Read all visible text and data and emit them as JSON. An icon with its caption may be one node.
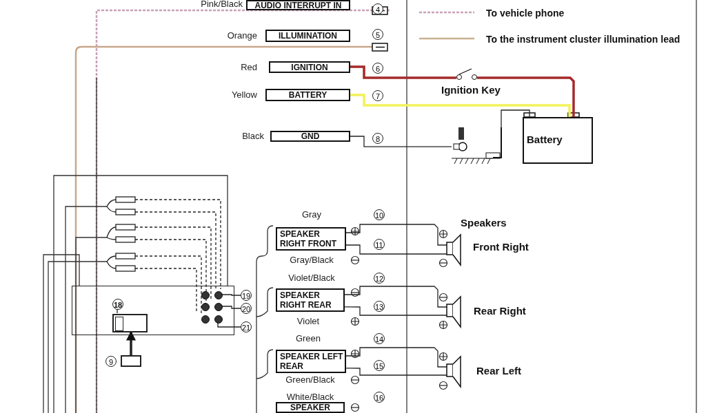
{
  "diagram": {
    "nodes": [
      {
        "text": [
          "AUDIO INTERRUPT IN"
        ]
      },
      {
        "text": [
          "ILLUMINATION"
        ]
      },
      {
        "text": [
          "IGNITION"
        ]
      },
      {
        "text": [
          "BATTERY"
        ]
      },
      {
        "text": [
          "GND"
        ]
      },
      {
        "text": [
          "SPEAKER RIGHT FRONT"
        ]
      },
      {
        "text": [
          "SPEAKER RIGHT REAR"
        ]
      },
      {
        "text": [
          "SPEAKER LEFT REAR"
        ]
      },
      {
        "text": [
          "SPEAKER"
        ]
      },
      {
        "text": [
          "Battery"
        ]
      },
      {
        "text": [],
        "shape": "switch",
        "beside": [
          "Ignition Key"
        ]
      },
      {
        "text": [],
        "shape": "ground"
      },
      {
        "text": [],
        "shape": "speaker",
        "beside": [
          "Front Right"
        ]
      },
      {
        "text": [],
        "shape": "speaker",
        "beside": [
          "Rear Right"
        ]
      },
      {
        "text": [],
        "shape": "speaker",
        "beside": [
          "Rear Left"
        ]
      },
      {
        "text": [],
        "shape": "box"
      },
      {
        "text": [],
        "shape": "box",
        "in": 15
      },
      {
        "text": [],
        "shape": "box"
      },
      {
        "text": [
          "18"
        ],
        "in": 15
      },
      {
        "text": [
          "19"
        ]
      },
      {
        "text": [
          "20"
        ]
      },
      {
        "text": [
          "21"
        ]
      },
      {
        "text": [],
        "shape": "circle",
        "in": 15
      },
      {
        "text": [],
        "shape": "circle",
        "in": 15
      },
      {
        "text": [],
        "shape": "circle",
        "in": 15
      },
      {
        "text": [],
        "shape": "circle",
        "in": 15
      },
      {
        "text": [],
        "shape": "circle",
        "in": 15
      },
      {
        "text": [],
        "shape": "circle",
        "in": 15
      },
      {
        "text": [
          "4"
        ]
      },
      {
        "text": [
          "5"
        ]
      },
      {
        "text": [
          "6"
        ]
      },
      {
        "text": [
          "7"
        ]
      },
      {
        "text": [
          "8"
        ]
      },
      {
        "text": [
          "10"
        ]
      },
      {
        "text": [
          "11"
        ]
      },
      {
        "text": [
          "12"
        ]
      },
      {
        "text": [
          "13"
        ]
      },
      {
        "text": [
          "14"
        ]
      },
      {
        "text": [
          "15"
        ]
      },
      {
        "text": [
          "16"
        ]
      },
      {
        "text": [
          "9"
        ]
      }
    ],
    "edges": [
      {
        "from": 17,
        "to": 16,
        "arrow": "to",
        "style": "thick"
      },
      {
        "from": 2,
        "to": 10,
        "arrow": "none",
        "style": "thick",
        "color": "#a52a2a"
      },
      {
        "from": 10,
        "to": 9,
        "arrow": "none",
        "style": "thick",
        "color": "#a52a2a"
      },
      {
        "from": 3,
        "to": 9,
        "arrow": "none",
        "style": "thick",
        "color": "#f2f25a"
      },
      {
        "from": 4,
        "to": 11,
        "arrow": "none"
      },
      {
        "from": 9,
        "to": 11,
        "arrow": "none"
      },
      {
        "from": 5,
        "to": 12,
        "arrow": "none"
      },
      {
        "from": 5,
        "to": 12,
        "arrow": "none"
      },
      {
        "from": 6,
        "to": 13,
        "arrow": "none"
      },
      {
        "from": 6,
        "to": 13,
        "arrow": "none"
      },
      {
        "from": 7,
        "to": 14,
        "arrow": "none"
      },
      {
        "from": 7,
        "to": 14,
        "arrow": "none"
      },
      {
        "from": 18,
        "to": 16,
        "arrow": "none"
      },
      {
        "from": 19,
        "to": 23,
        "arrow": "none"
      },
      {
        "from": 20,
        "to": 25,
        "arrow": "none"
      },
      {
        "from": 21,
        "to": 27,
        "arrow": "none"
      }
    ],
    "labels": [
      "Pink/Black",
      "Orange",
      "Red",
      "Yellow",
      "Black",
      "Gray",
      "Gray/Black",
      "Violet/Black",
      "Violet",
      "Green",
      "Green/Black",
      "White/Black",
      "Speakers"
    ],
    "legend": [
      {
        "text": "To vehicle phone"
      },
      {
        "text": "To the instrument cluster illumination lead"
      }
    ]
  }
}
